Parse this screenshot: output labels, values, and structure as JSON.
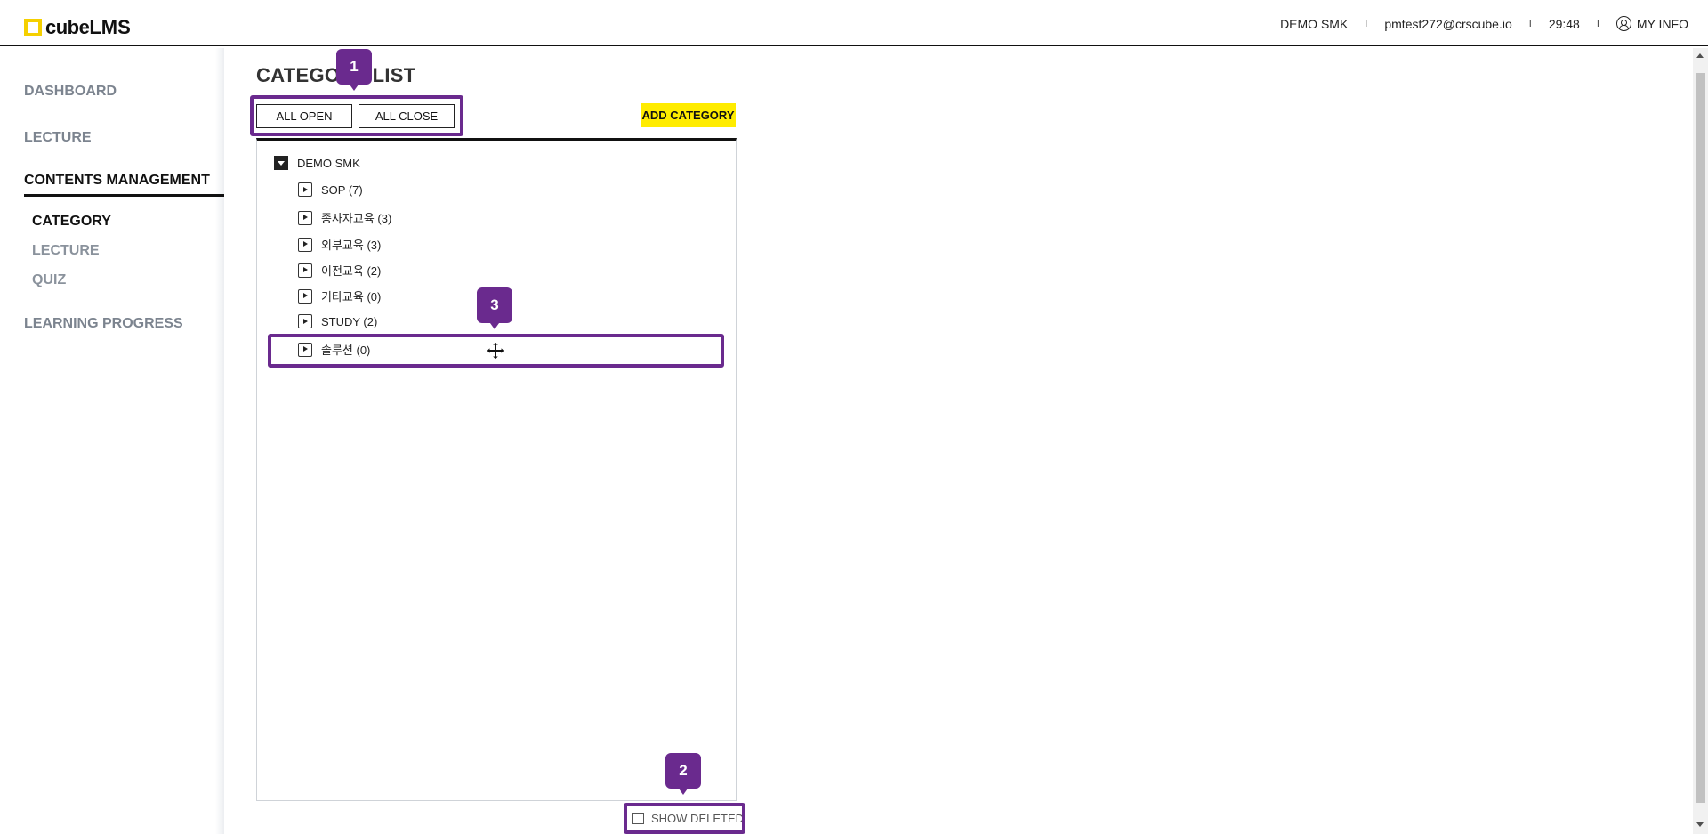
{
  "header": {
    "logo_a": "cube",
    "logo_b": "LMS",
    "org": "DEMO SMK",
    "email": "pmtest272@crscube.io",
    "timer": "29:48",
    "my_info": "MY INFO",
    "separator": "I"
  },
  "sidebar": {
    "dashboard": "DASHBOARD",
    "lecture": "LECTURE",
    "contents_management": "CONTENTS MANAGEMENT",
    "sub_items": [
      "CATEGORY",
      "LECTURE",
      "QUIZ"
    ],
    "learning_progress": "LEARNING PROGRESS"
  },
  "main": {
    "title": "CATEGORY LIST",
    "all_open": "ALL OPEN",
    "all_close": "ALL CLOSE",
    "add_category": "ADD CATEGORY",
    "show_deleted": "SHOW DELETED",
    "tree": {
      "root": "DEMO SMK",
      "children": [
        "SOP (7)",
        "종사자교육 (3)",
        "외부교육 (3)",
        "이전교육 (2)",
        "기타교육 (0)",
        "STUDY (2)",
        "솔루션 (0)"
      ]
    }
  },
  "annotations": {
    "callouts": [
      "1",
      "2",
      "3"
    ],
    "color": "#6a2a8e"
  },
  "colors": {
    "brand_yellow": "#ffec00",
    "logo_yellow": "#f5d000"
  }
}
